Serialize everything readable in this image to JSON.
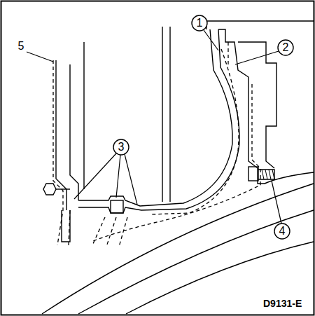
{
  "diagram": {
    "labels": [
      "1",
      "2",
      "3",
      "4",
      "5",
      "D9131-E"
    ]
  }
}
